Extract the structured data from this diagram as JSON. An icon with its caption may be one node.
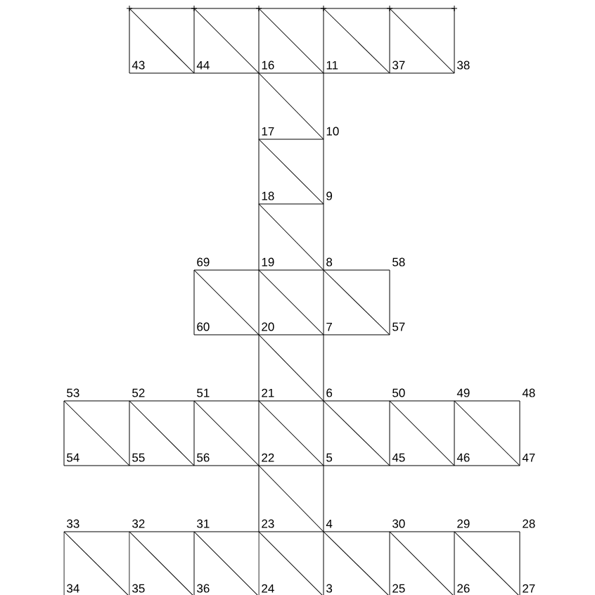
{
  "diagram": {
    "nodes": [
      {
        "text": [],
        "shape": "cross"
      },
      {
        "text": [],
        "shape": "cross"
      },
      {
        "text": [],
        "shape": "cross"
      },
      {
        "text": [],
        "shape": "cross"
      },
      {
        "text": [],
        "shape": "cross"
      },
      {
        "text": [],
        "shape": "cross"
      },
      {
        "text": [
          "43"
        ]
      },
      {
        "text": [
          "44"
        ]
      },
      {
        "text": [
          "16"
        ]
      },
      {
        "text": [
          "11"
        ]
      },
      {
        "text": [
          "37"
        ]
      },
      {
        "text": [
          "38"
        ]
      },
      {
        "text": [
          "17"
        ]
      },
      {
        "text": [
          "10"
        ]
      },
      {
        "text": [
          "18"
        ]
      },
      {
        "text": [
          "9"
        ]
      },
      {
        "text": [
          "69"
        ]
      },
      {
        "text": [
          "19"
        ]
      },
      {
        "text": [
          "8"
        ]
      },
      {
        "text": [
          "58"
        ]
      },
      {
        "text": [
          "60"
        ]
      },
      {
        "text": [
          "20"
        ]
      },
      {
        "text": [
          "7"
        ]
      },
      {
        "text": [
          "57"
        ]
      },
      {
        "text": [
          "53"
        ]
      },
      {
        "text": [
          "52"
        ]
      },
      {
        "text": [
          "51"
        ]
      },
      {
        "text": [
          "21"
        ]
      },
      {
        "text": [
          "6"
        ]
      },
      {
        "text": [
          "50"
        ]
      },
      {
        "text": [
          "49"
        ]
      },
      {
        "text": [
          "48"
        ]
      },
      {
        "text": [
          "54"
        ]
      },
      {
        "text": [
          "55"
        ]
      },
      {
        "text": [
          "56"
        ]
      },
      {
        "text": [
          "22"
        ]
      },
      {
        "text": [
          "5"
        ]
      },
      {
        "text": [
          "45"
        ]
      },
      {
        "text": [
          "46"
        ]
      },
      {
        "text": [
          "47"
        ]
      },
      {
        "text": [
          "33"
        ]
      },
      {
        "text": [
          "32"
        ]
      },
      {
        "text": [
          "31"
        ]
      },
      {
        "text": [
          "23"
        ]
      },
      {
        "text": [
          "4"
        ]
      },
      {
        "text": [
          "30"
        ]
      },
      {
        "text": [
          "29"
        ]
      },
      {
        "text": [
          "28"
        ]
      },
      {
        "text": [
          "34"
        ]
      },
      {
        "text": [
          "35"
        ]
      },
      {
        "text": [
          "36"
        ]
      },
      {
        "text": [
          "24"
        ]
      },
      {
        "text": [
          "3"
        ]
      },
      {
        "text": [
          "25"
        ]
      },
      {
        "text": [
          "26"
        ]
      },
      {
        "text": [
          "27"
        ]
      }
    ],
    "edges": [
      {
        "from": 0,
        "to": 1,
        "arrow": "none"
      },
      {
        "from": 1,
        "to": 2,
        "arrow": "none"
      },
      {
        "from": 2,
        "to": 3,
        "arrow": "none"
      },
      {
        "from": 3,
        "to": 4,
        "arrow": "none"
      },
      {
        "from": 4,
        "to": 5,
        "arrow": "none"
      },
      {
        "from": 6,
        "to": 7,
        "arrow": "none"
      },
      {
        "from": 7,
        "to": 8,
        "arrow": "none"
      },
      {
        "from": 8,
        "to": 9,
        "arrow": "none"
      },
      {
        "from": 9,
        "to": 10,
        "arrow": "none"
      },
      {
        "from": 10,
        "to": 11,
        "arrow": "none"
      },
      {
        "from": 12,
        "to": 13,
        "arrow": "none"
      },
      {
        "from": 14,
        "to": 15,
        "arrow": "none"
      },
      {
        "from": 16,
        "to": 17,
        "arrow": "none"
      },
      {
        "from": 17,
        "to": 18,
        "arrow": "none"
      },
      {
        "from": 18,
        "to": 19,
        "arrow": "none"
      },
      {
        "from": 20,
        "to": 21,
        "arrow": "none"
      },
      {
        "from": 21,
        "to": 22,
        "arrow": "none"
      },
      {
        "from": 22,
        "to": 23,
        "arrow": "none"
      },
      {
        "from": 24,
        "to": 25,
        "arrow": "none"
      },
      {
        "from": 25,
        "to": 26,
        "arrow": "none"
      },
      {
        "from": 26,
        "to": 27,
        "arrow": "none"
      },
      {
        "from": 27,
        "to": 28,
        "arrow": "none"
      },
      {
        "from": 28,
        "to": 29,
        "arrow": "none"
      },
      {
        "from": 29,
        "to": 30,
        "arrow": "none"
      },
      {
        "from": 30,
        "to": 31,
        "arrow": "none"
      },
      {
        "from": 32,
        "to": 33,
        "arrow": "none"
      },
      {
        "from": 33,
        "to": 34,
        "arrow": "none"
      },
      {
        "from": 34,
        "to": 35,
        "arrow": "none"
      },
      {
        "from": 35,
        "to": 36,
        "arrow": "none"
      },
      {
        "from": 36,
        "to": 37,
        "arrow": "none"
      },
      {
        "from": 37,
        "to": 38,
        "arrow": "none"
      },
      {
        "from": 38,
        "to": 39,
        "arrow": "none"
      },
      {
        "from": 40,
        "to": 41,
        "arrow": "none"
      },
      {
        "from": 41,
        "to": 42,
        "arrow": "none"
      },
      {
        "from": 42,
        "to": 43,
        "arrow": "none"
      },
      {
        "from": 43,
        "to": 44,
        "arrow": "none"
      },
      {
        "from": 44,
        "to": 45,
        "arrow": "none"
      },
      {
        "from": 45,
        "to": 46,
        "arrow": "none"
      },
      {
        "from": 46,
        "to": 47,
        "arrow": "none"
      },
      {
        "from": 0,
        "to": 6,
        "arrow": "none"
      },
      {
        "from": 1,
        "to": 7,
        "arrow": "none"
      },
      {
        "from": 2,
        "to": 8,
        "arrow": "none"
      },
      {
        "from": 3,
        "to": 9,
        "arrow": "none"
      },
      {
        "from": 4,
        "to": 10,
        "arrow": "none"
      },
      {
        "from": 5,
        "to": 11,
        "arrow": "none"
      },
      {
        "from": 8,
        "to": 12,
        "arrow": "none"
      },
      {
        "from": 9,
        "to": 13,
        "arrow": "none"
      },
      {
        "from": 12,
        "to": 14,
        "arrow": "none"
      },
      {
        "from": 13,
        "to": 15,
        "arrow": "none"
      },
      {
        "from": 14,
        "to": 17,
        "arrow": "none"
      },
      {
        "from": 15,
        "to": 18,
        "arrow": "none"
      },
      {
        "from": 16,
        "to": 20,
        "arrow": "none"
      },
      {
        "from": 17,
        "to": 21,
        "arrow": "none"
      },
      {
        "from": 18,
        "to": 22,
        "arrow": "none"
      },
      {
        "from": 19,
        "to": 23,
        "arrow": "none"
      },
      {
        "from": 21,
        "to": 27,
        "arrow": "none"
      },
      {
        "from": 22,
        "to": 28,
        "arrow": "none"
      },
      {
        "from": 24,
        "to": 32,
        "arrow": "none"
      },
      {
        "from": 25,
        "to": 33,
        "arrow": "none"
      },
      {
        "from": 26,
        "to": 34,
        "arrow": "none"
      },
      {
        "from": 27,
        "to": 35,
        "arrow": "none"
      },
      {
        "from": 28,
        "to": 36,
        "arrow": "none"
      },
      {
        "from": 29,
        "to": 37,
        "arrow": "none"
      },
      {
        "from": 30,
        "to": 38,
        "arrow": "none"
      },
      {
        "from": 31,
        "to": 39,
        "arrow": "none"
      },
      {
        "from": 35,
        "to": 43,
        "arrow": "none"
      },
      {
        "from": 36,
        "to": 44,
        "arrow": "none"
      },
      {
        "from": 40,
        "to": 48,
        "arrow": "none"
      },
      {
        "from": 41,
        "to": 49,
        "arrow": "none"
      },
      {
        "from": 42,
        "to": 50,
        "arrow": "none"
      },
      {
        "from": 43,
        "to": 51,
        "arrow": "none"
      },
      {
        "from": 44,
        "to": 52,
        "arrow": "none"
      },
      {
        "from": 45,
        "to": 53,
        "arrow": "none"
      },
      {
        "from": 46,
        "to": 54,
        "arrow": "none"
      },
      {
        "from": 47,
        "to": 55,
        "arrow": "none"
      },
      {
        "from": 0,
        "to": 7,
        "arrow": "none"
      },
      {
        "from": 1,
        "to": 8,
        "arrow": "none"
      },
      {
        "from": 2,
        "to": 9,
        "arrow": "none"
      },
      {
        "from": 3,
        "to": 10,
        "arrow": "none"
      },
      {
        "from": 4,
        "to": 11,
        "arrow": "none"
      },
      {
        "from": 8,
        "to": 13,
        "arrow": "none"
      },
      {
        "from": 12,
        "to": 15,
        "arrow": "none"
      },
      {
        "from": 14,
        "to": 18,
        "arrow": "none"
      },
      {
        "from": 16,
        "to": 21,
        "arrow": "none"
      },
      {
        "from": 17,
        "to": 22,
        "arrow": "none"
      },
      {
        "from": 18,
        "to": 23,
        "arrow": "none"
      },
      {
        "from": 21,
        "to": 28,
        "arrow": "none"
      },
      {
        "from": 24,
        "to": 33,
        "arrow": "none"
      },
      {
        "from": 25,
        "to": 34,
        "arrow": "none"
      },
      {
        "from": 26,
        "to": 35,
        "arrow": "none"
      },
      {
        "from": 27,
        "to": 36,
        "arrow": "none"
      },
      {
        "from": 28,
        "to": 37,
        "arrow": "none"
      },
      {
        "from": 29,
        "to": 38,
        "arrow": "none"
      },
      {
        "from": 30,
        "to": 39,
        "arrow": "none"
      },
      {
        "from": 35,
        "to": 44,
        "arrow": "none"
      },
      {
        "from": 40,
        "to": 49,
        "arrow": "none"
      },
      {
        "from": 41,
        "to": 50,
        "arrow": "none"
      },
      {
        "from": 42,
        "to": 51,
        "arrow": "none"
      },
      {
        "from": 43,
        "to": 52,
        "arrow": "none"
      },
      {
        "from": 44,
        "to": 53,
        "arrow": "none"
      },
      {
        "from": 45,
        "to": 54,
        "arrow": "none"
      },
      {
        "from": 46,
        "to": 55,
        "arrow": "none"
      }
    ]
  }
}
